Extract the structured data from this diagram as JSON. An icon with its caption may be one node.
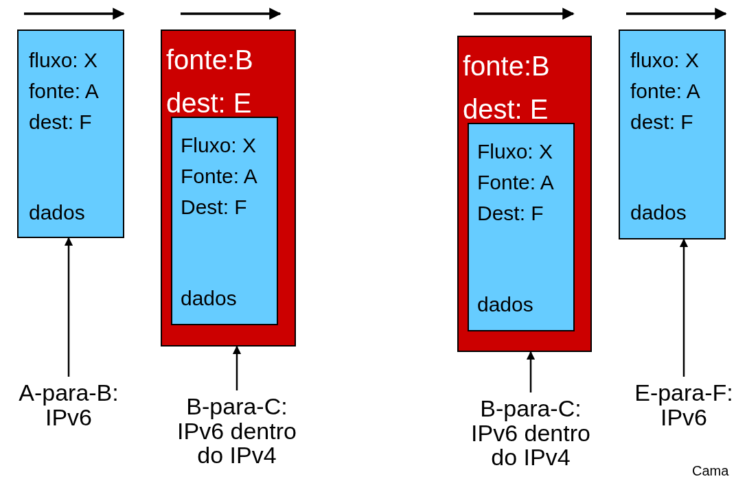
{
  "diagram": {
    "nodes": [
      {
        "text": [
          "fluxo: X",
          "fonte: A",
          "dest: F",
          "dados"
        ]
      },
      {
        "text": [
          "fonte:B",
          "dest: E"
        ]
      },
      {
        "text": [
          "Fluxo: X",
          "Fonte: A",
          "Dest: F",
          "dados"
        ],
        "in": 1
      },
      {
        "text": [
          "fonte:B",
          "dest: E"
        ]
      },
      {
        "text": [
          "Fluxo: X",
          "Fonte: A",
          "Dest: F",
          "dados"
        ],
        "in": 3
      },
      {
        "text": [
          "fluxo: X",
          "fonte: A",
          "dest: F",
          "dados"
        ]
      },
      {
        "text": [
          "A-para-B: IPv6"
        ]
      },
      {
        "text": [
          "B-para-C: IPv6 dentro do IPv4"
        ]
      },
      {
        "text": [
          "B-para-C: IPv6 dentro do IPv4"
        ]
      },
      {
        "text": [
          "E-para-F: IPv6"
        ]
      }
    ],
    "edges": [
      {
        "from": 6,
        "to": 0,
        "arrow": "to"
      },
      {
        "from": 7,
        "to": 1,
        "arrow": "to"
      },
      {
        "from": 8,
        "to": 3,
        "arrow": "to"
      },
      {
        "from": 9,
        "to": 5,
        "arrow": "to"
      }
    ],
    "labels": [
      "Cama"
    ]
  }
}
